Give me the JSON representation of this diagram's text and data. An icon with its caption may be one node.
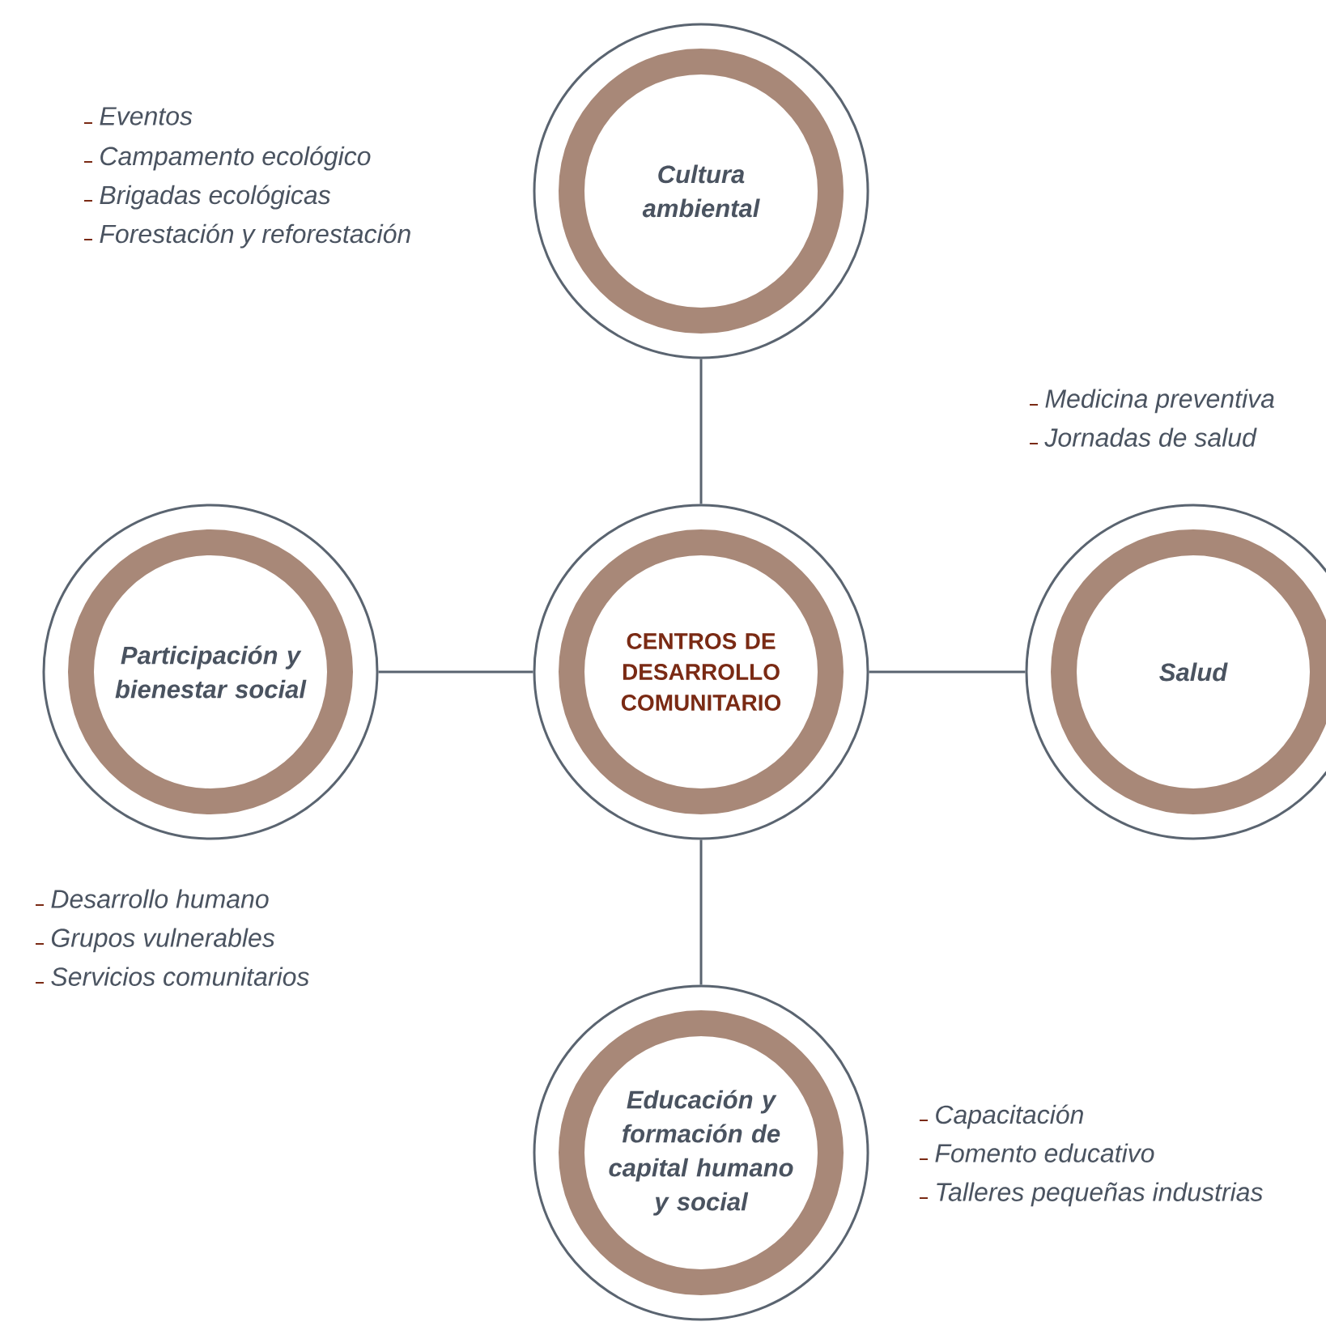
{
  "diagram": {
    "nodes": [
      {
        "text": [
          "Cultura ambiental"
        ],
        "beside": [
          "Eventos",
          "Campamento ecológico",
          "Brigadas ecológicas",
          "Forestación y reforestación"
        ]
      },
      {
        "text": [
          "Participación y bienestar social"
        ],
        "beside": [
          "Desarrollo humano",
          "Grupos vulnerables",
          "Servicios comunitarios"
        ]
      },
      {
        "text": [
          "CENTROS DE DESARROLLO COMUNITARIO"
        ]
      },
      {
        "text": [
          "Salud"
        ],
        "beside": [
          "Medicina preventiva",
          "Jornadas de salud"
        ]
      },
      {
        "text": [
          "Educación y formación de capital humano y social"
        ],
        "beside": [
          "Capacitación",
          "Fomento educativo",
          "Talleres pequeñas industrias"
        ]
      }
    ],
    "edges": [
      {
        "from": 2,
        "to": 0,
        "arrow": "none"
      },
      {
        "from": 2,
        "to": 1,
        "arrow": "none"
      },
      {
        "from": 2,
        "to": 3,
        "arrow": "none"
      },
      {
        "from": 2,
        "to": 4,
        "arrow": "none"
      }
    ]
  }
}
